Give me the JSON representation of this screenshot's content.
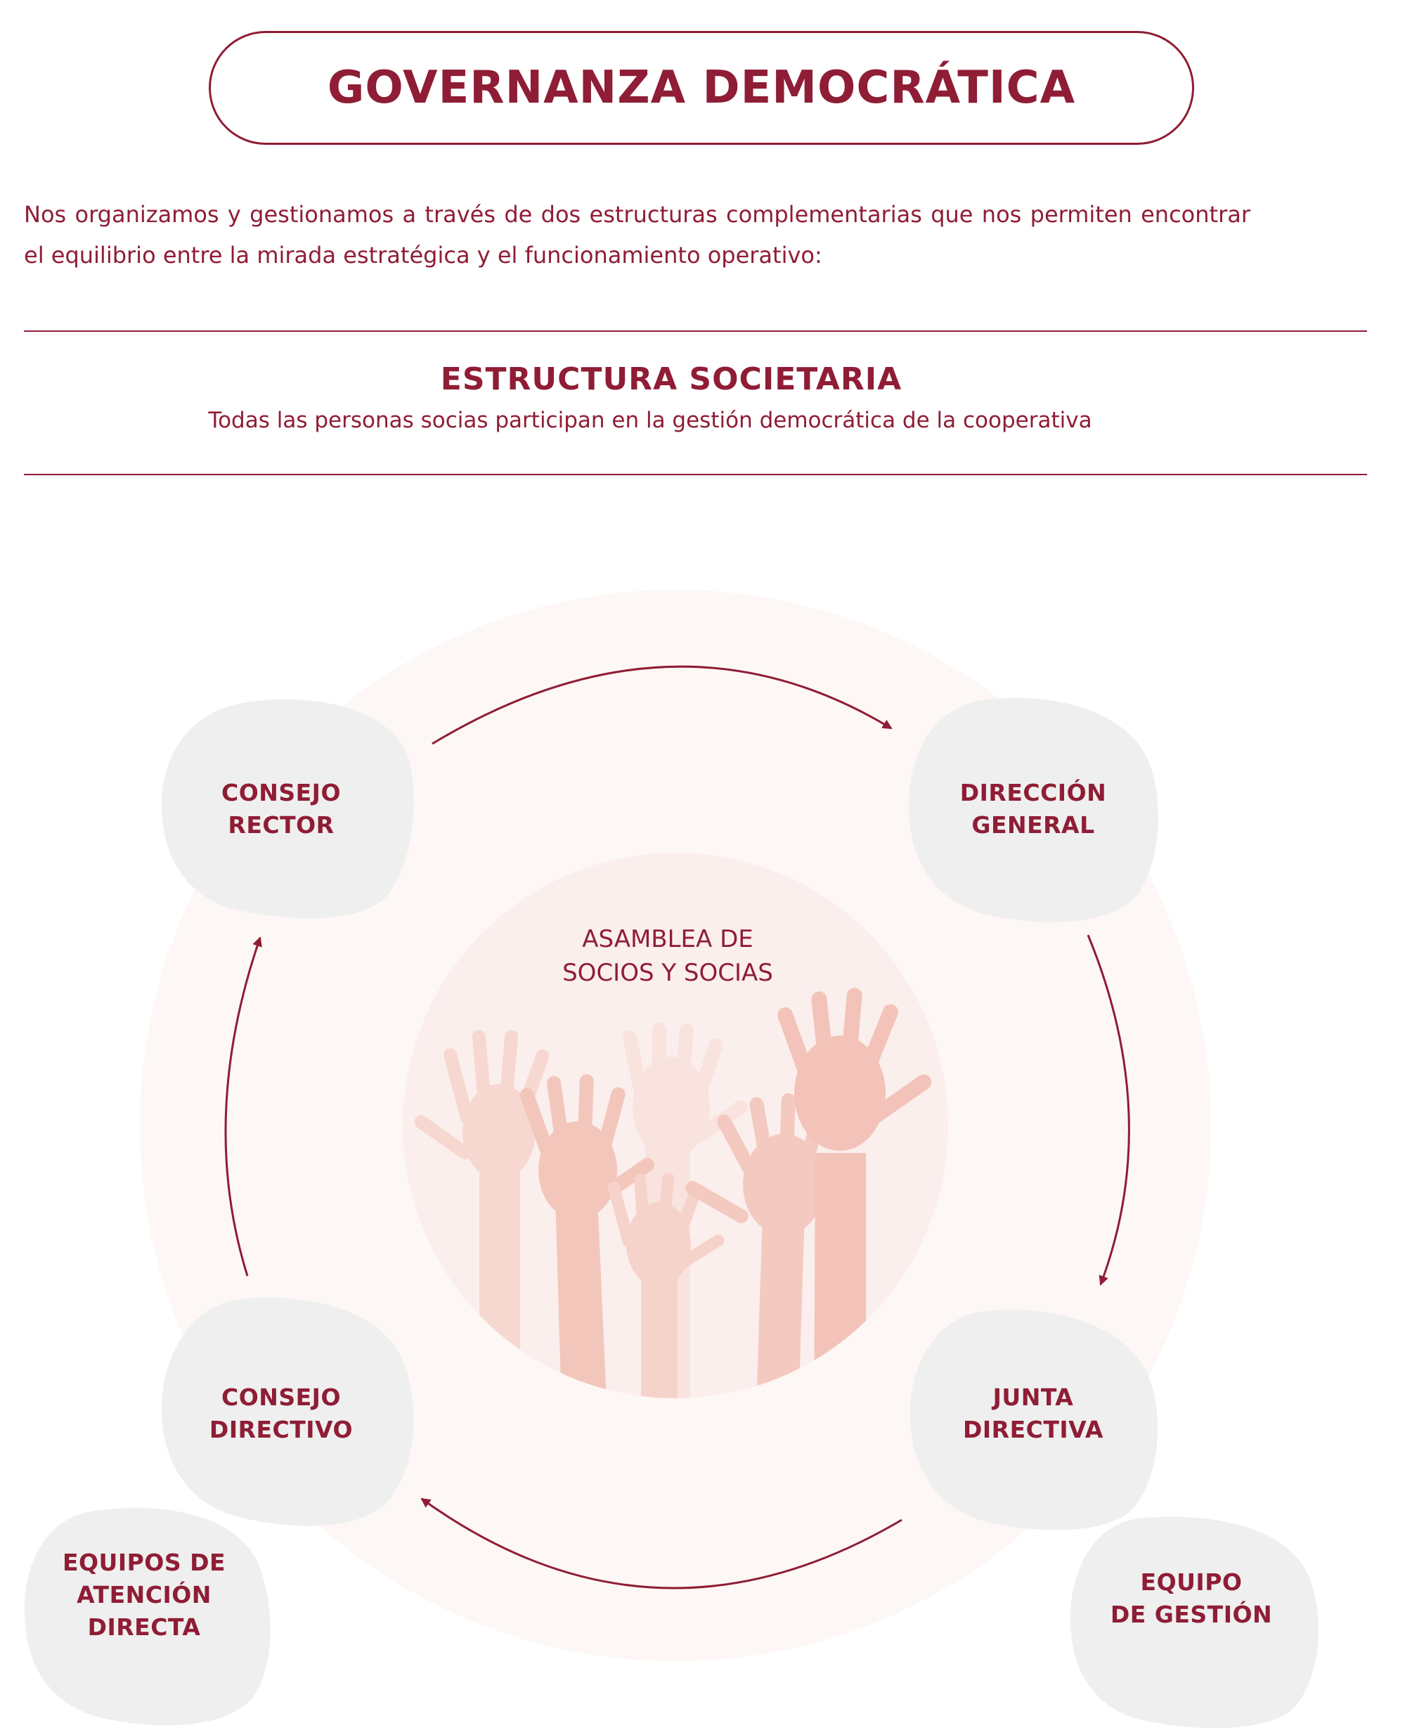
{
  "header": {
    "title": "GOVERNANZA DEMOCRÁTICA"
  },
  "intro": {
    "text": "Nos organizamos y gestionamos a través de dos estructuras complementarias que nos permiten encontrar el equilibrio entre la mirada estratégica y el funcionamiento operativo:"
  },
  "section": {
    "title": "ESTRUCTURA SOCIETARIA",
    "subtitle": "Todas las personas socias participan en la gestión democrática de la cooperativa"
  },
  "diagram": {
    "center": {
      "label": "ASAMBLEA DE\nSOCIOS Y SOCIAS",
      "icon": "raised-hands-icon"
    },
    "nodes": {
      "consejo_rector": "CONSEJO\nRECTOR",
      "direccion_general": "DIRECCIÓN\nGENERAL",
      "junta_directiva": "JUNTA\nDIRECTIVA",
      "consejo_directivo": "CONSEJO\nDIRECTIVO",
      "equipos_atencion": "EQUIPOS DE\nATENCIÓN\nDIRECTA",
      "equipo_gestion": "EQUIPO\nDE GESTIÓN"
    },
    "colors": {
      "accent": "#8f1d35",
      "blob": "#efefef",
      "outer_ring": "#fdf7f5",
      "inner_circle": "#fbefed",
      "hands_light": "#f7dcd6",
      "hands_mid": "#f3c9c0"
    }
  }
}
